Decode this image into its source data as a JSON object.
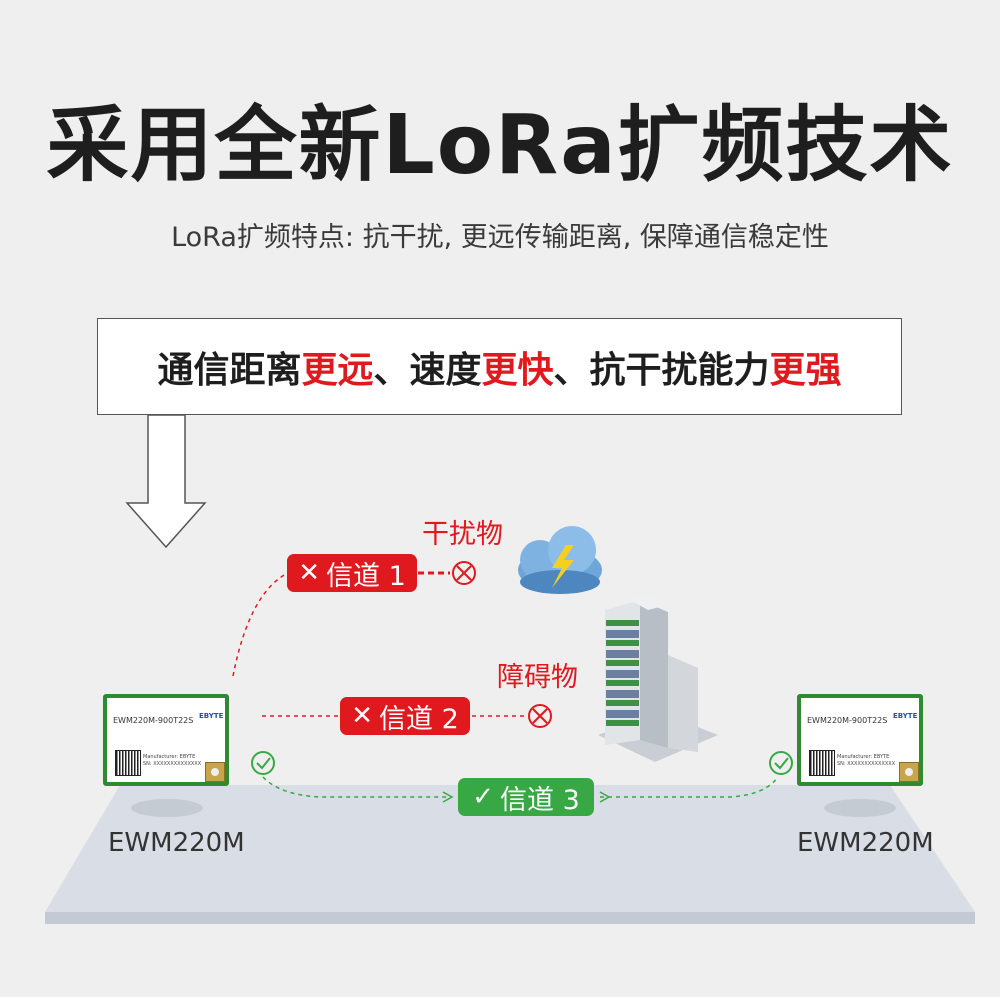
{
  "title": "采用全新LoRa扩频技术",
  "subtitle": "LoRa扩频特点: 抗干扰, 更远传输距离, 保障通信稳定性",
  "callout": {
    "p1": "通信距离",
    "p1_red": "更远",
    "p2": "、速度",
    "p2_red": "更快",
    "p3": "、抗干扰能力",
    "p3_red": "更强"
  },
  "diagram": {
    "interference_label": "干扰物",
    "obstacle_label": "障碍物",
    "channel1": {
      "mark": "✕",
      "label": "信道 1"
    },
    "channel2": {
      "mark": "✕",
      "label": "信道 2"
    },
    "channel3": {
      "mark": "✓",
      "label": "信道 3"
    },
    "device_left": {
      "label": "EWM220M",
      "model": "EWM220M-900T22S",
      "brand": "EBYTE",
      "info1": "Manufacturer: EBYTE",
      "info2": "SN: XXXXXXXXXXXXXX"
    },
    "device_right": {
      "label": "EWM220M",
      "model": "EWM220M-900T22S",
      "brand": "EBYTE",
      "info1": "Manufacturer: EBYTE",
      "info2": "SN: XXXXXXXXXXXXXX"
    }
  },
  "colors": {
    "red": "#e0191f",
    "green": "#38a845",
    "module_border": "#2f8a32",
    "platform": "#d9dee6"
  },
  "icons": [
    "lightning-cloud-icon",
    "building-icon",
    "blocked-icon",
    "check-circle-icon",
    "down-arrow-icon"
  ]
}
